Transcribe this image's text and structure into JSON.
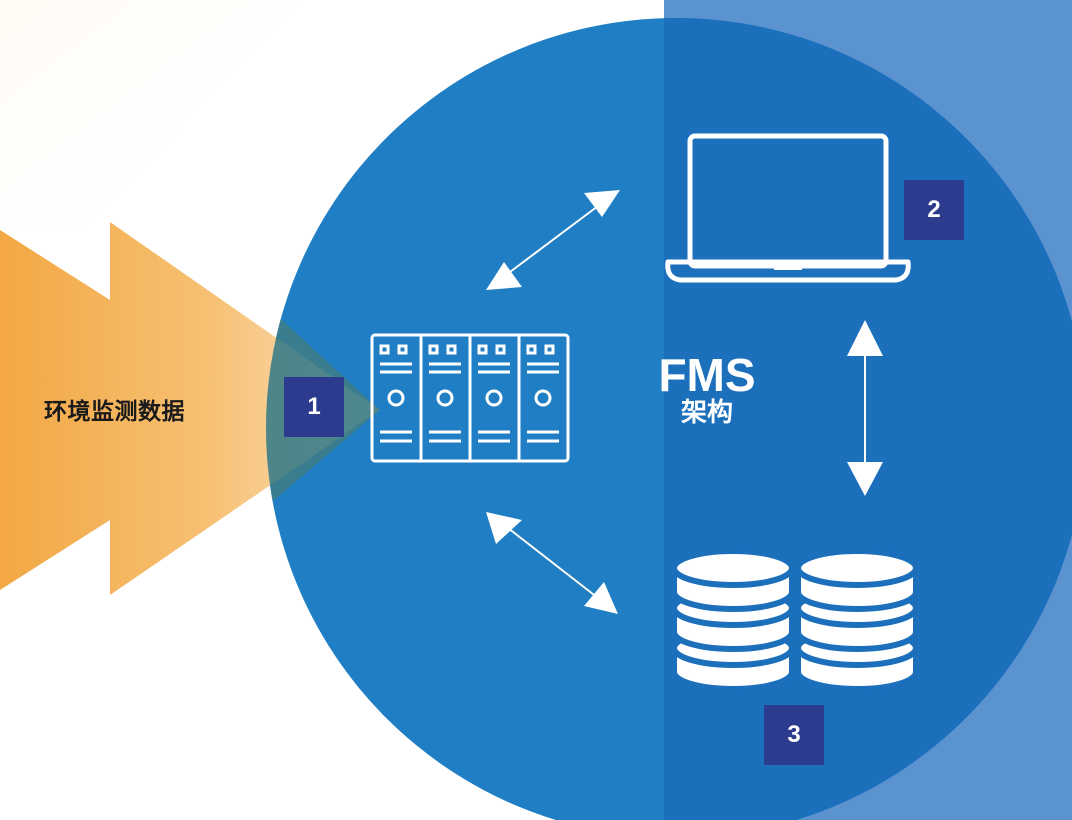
{
  "input": {
    "label": "环境监测数据"
  },
  "diagram": {
    "title": "FMS",
    "subtitle": "架构",
    "components": [
      {
        "icon": "server-rack-icon",
        "badge": "1"
      },
      {
        "icon": "laptop-icon",
        "badge": "2"
      },
      {
        "icon": "database-icon",
        "badge": "3"
      }
    ]
  },
  "colors": {
    "circle_left": "#1f7ec4",
    "circle_right": "#1b6fbb",
    "right_panel": "#5a93d0",
    "arrow_input": "#f2a33a",
    "badge": "#2d3b8f",
    "icon": "#ffffff"
  }
}
